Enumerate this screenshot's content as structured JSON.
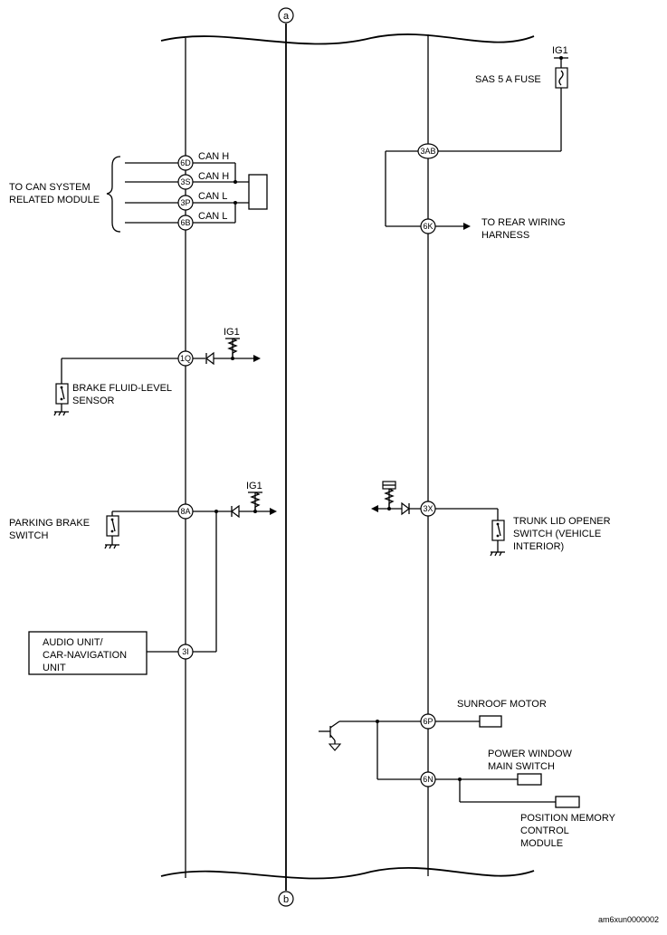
{
  "bus": {
    "top": "a",
    "bottom": "b"
  },
  "connectors": {
    "c6d": "6D",
    "c3s": "3S",
    "c3p": "3P",
    "c6b": "6B",
    "c1q": "1Q",
    "c8a": "8A",
    "c3i": "3I",
    "c3ab": "3AB",
    "c6k": "6K",
    "c3x": "3X",
    "c6p": "6P",
    "c6n": "6N"
  },
  "can_lines": [
    "CAN H",
    "CAN H",
    "CAN L",
    "CAN L"
  ],
  "labels": {
    "can_module": [
      "TO CAN SYSTEM",
      "RELATED MODULE"
    ],
    "ig1_brake": "IG1",
    "brake_fluid": [
      "BRAKE FLUID-LEVEL",
      "SENSOR"
    ],
    "ig1_parking": "IG1",
    "parking_brake": [
      "PARKING BRAKE",
      "SWITCH"
    ],
    "audio": [
      "AUDIO UNIT/",
      "CAR-NAVIGATION",
      "UNIT"
    ],
    "ig1_fuse": "IG1",
    "sas_fuse": "SAS 5 A FUSE",
    "rear_wiring": [
      "TO REAR WIRING",
      "HARNESS"
    ],
    "trunk": [
      "TRUNK LID OPENER",
      "SWITCH (VEHICLE",
      "INTERIOR)"
    ],
    "sunroof": "SUNROOF MOTOR",
    "power_window": [
      "POWER WINDOW",
      "MAIN SWITCH"
    ],
    "position_memory": [
      "POSITION MEMORY",
      "CONTROL",
      "MODULE"
    ],
    "footer": "am6xun0000002"
  }
}
